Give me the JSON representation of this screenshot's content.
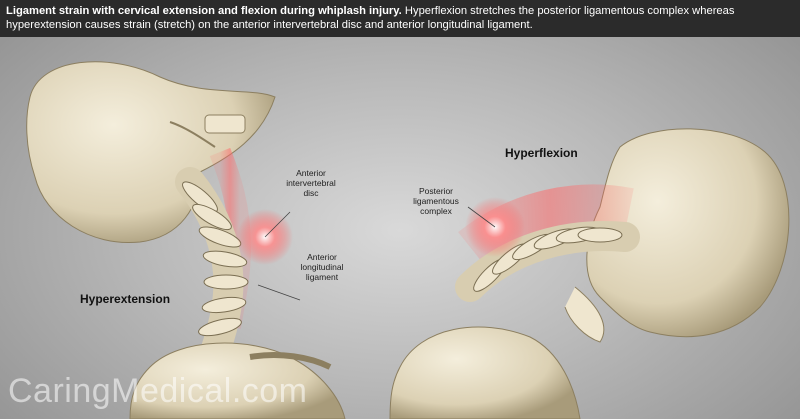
{
  "caption": {
    "bold": "Ligament strain with cervical extension and flexion during whiplash injury.",
    "text": "Hyperflexion stretches the posterior ligamentous complex whereas hyperextension causes strain (stretch) on the anterior intervertebral disc and anterior longitudinal ligament."
  },
  "labels": {
    "hyperextension": "Hyperextension",
    "hyperflexion": "Hyperflexion",
    "anterior_disc": [
      "Anterior",
      "intervertebral",
      "disc"
    ],
    "anterior_ligament": [
      "Anterior",
      "longitudinal",
      "ligament"
    ],
    "posterior_complex": [
      "Posterior",
      "ligamentous",
      "complex"
    ]
  },
  "watermark": "CaringMedical.com",
  "colors": {
    "bone": "#e8dfc8",
    "strain_red": "#ff6a6a",
    "background_light": "#d9d9d9",
    "caption_bg": "#2b2b2b"
  }
}
